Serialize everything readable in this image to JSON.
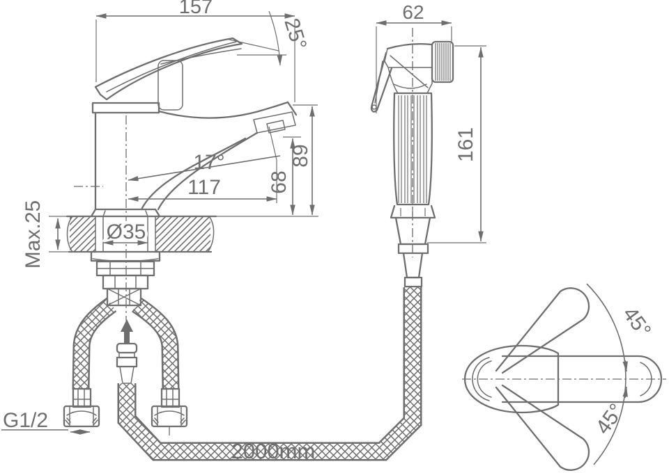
{
  "meta": {
    "background": "#ffffff",
    "line_color": "#6e6e6e"
  },
  "faucet_view": {
    "length_dim": "157",
    "handle_angle_dim": "25°",
    "spout_angle_dim": "17°",
    "reach_dim": "117",
    "aerator_height_dim": "68",
    "spout_height_dim": "89",
    "hole_diameter_dim": "Ø35",
    "deck_thickness_dim": "Max.25",
    "thread_dim": "G1/2"
  },
  "sprayer_view": {
    "width_dim": "62",
    "height_dim": "161"
  },
  "hose": {
    "length_dim": "2000mm"
  },
  "top_view": {
    "swing_up_dim": "45°",
    "swing_down_dim": "45°"
  }
}
